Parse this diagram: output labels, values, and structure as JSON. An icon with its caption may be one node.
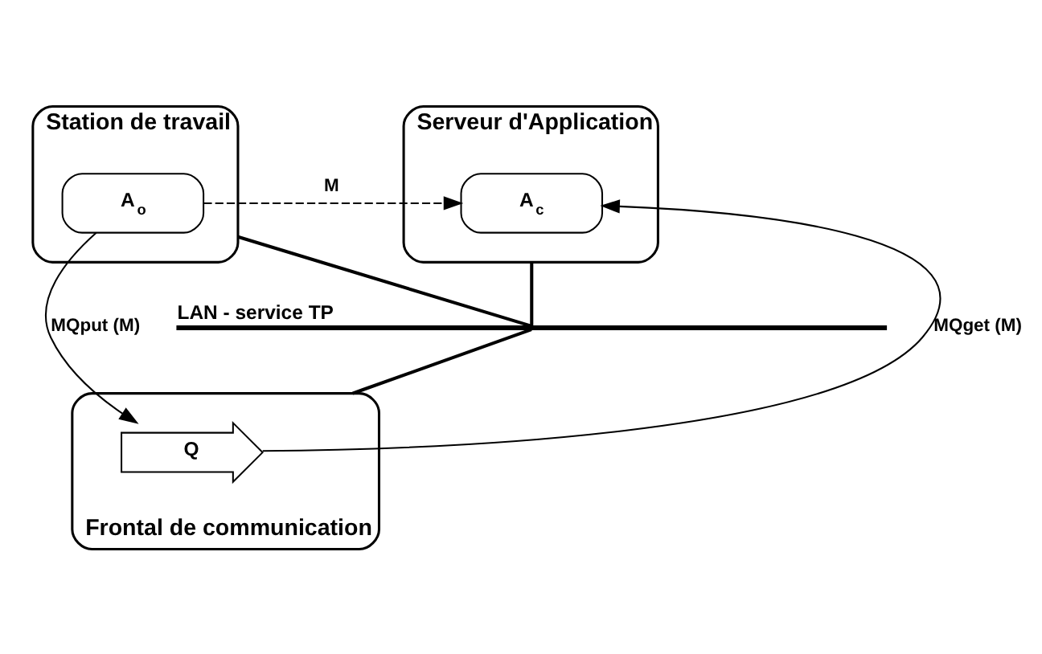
{
  "diagram": {
    "nodes": [
      {
        "text": [
          "Station de travail"
        ]
      },
      {
        "text": [
          "A$_{o}$"
        ],
        "in": 0
      },
      {
        "text": [
          "Serveur d'Application"
        ]
      },
      {
        "text": [
          "A$_{c}$"
        ],
        "in": 2
      },
      {
        "text": [
          "Frontal de communication"
        ]
      },
      {
        "text": [
          "Q"
        ],
        "in": 4
      },
      {
        "text": [],
        "shape": "bar",
        "beside": [
          "LAN - service TP"
        ]
      }
    ],
    "edges": [
      {
        "from": 1,
        "to": 3,
        "arrow": "to",
        "label": "M",
        "style": "dashed"
      },
      {
        "from": 0,
        "to": 6,
        "arrow": "none"
      },
      {
        "from": 2,
        "to": 6,
        "arrow": "none"
      },
      {
        "from": 6,
        "to": 4,
        "arrow": "none"
      },
      {
        "from": 1,
        "to": 5,
        "arrow": "to",
        "label": "MQput (M)"
      },
      {
        "from": 5,
        "to": 3,
        "arrow": "to",
        "label": "MQget (M)"
      }
    ]
  }
}
